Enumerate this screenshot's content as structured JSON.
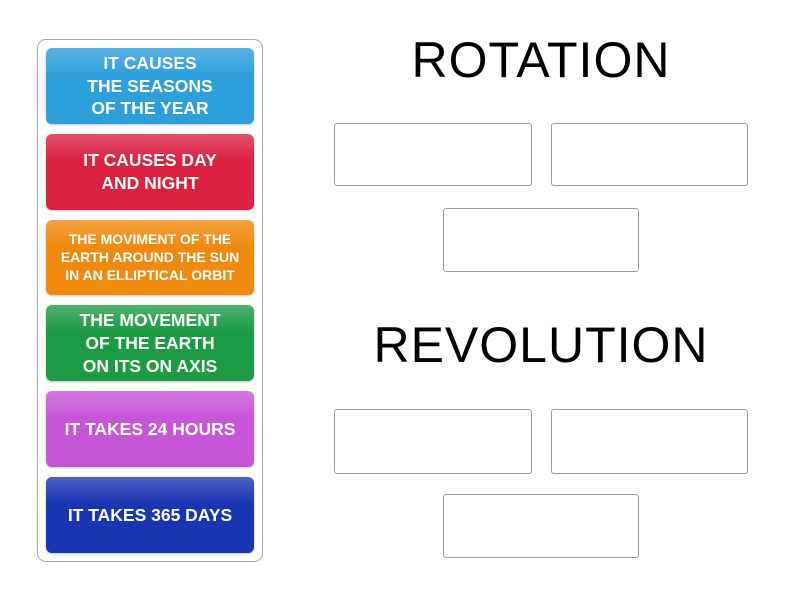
{
  "activity": {
    "kind": "group-sort",
    "colors": {
      "card_text": "#ffffff",
      "title_text": "#000000",
      "slot_border": "#9b9b9b",
      "tray_border": "#a9a9a9",
      "background": "#ffffff"
    }
  },
  "tray": {
    "cards": [
      {
        "id": "causes-seasons",
        "color": "#2d9fdb",
        "text": "IT CAUSES THE SEASONS OF THE YEAR",
        "lines": [
          "IT CAUSES",
          "THE SEASONS",
          "OF THE YEAR"
        ]
      },
      {
        "id": "causes-day-night",
        "color": "#da2240",
        "text": "IT CAUSES DAY AND NIGHT",
        "lines": [
          "IT CAUSES DAY",
          "AND NIGHT"
        ]
      },
      {
        "id": "elliptical-orbit",
        "color": "#f08a0e",
        "text": "THE MOVIMENT OF THE EARTH AROUND THE SUN IN AN ELLIPTICAL ORBIT",
        "lines": [
          "THE MOVIMENT OF THE",
          "EARTH AROUND THE SUN",
          "IN AN ELLIPTICAL ORBIT"
        ]
      },
      {
        "id": "on-its-axis",
        "color": "#1d9b44",
        "text": "THE MOVEMENT OF THE EARTH ON ITS ON AXIS",
        "lines": [
          "THE MOVEMENT",
          "OF THE EARTH",
          "ON ITS ON AXIS"
        ]
      },
      {
        "id": "takes-24-hours",
        "color": "#c655d8",
        "text": "IT TAKES 24 HOURS",
        "lines": [
          "IT TAKES 24 HOURS"
        ]
      },
      {
        "id": "takes-365-days",
        "color": "#1a35b2",
        "text": "IT TAKES 365 DAYS",
        "lines": [
          "IT TAKES 365 DAYS"
        ]
      }
    ]
  },
  "groups": [
    {
      "title": "ROTATION",
      "empty_slots": 3
    },
    {
      "title": "REVOLUTION",
      "empty_slots": 3
    }
  ]
}
